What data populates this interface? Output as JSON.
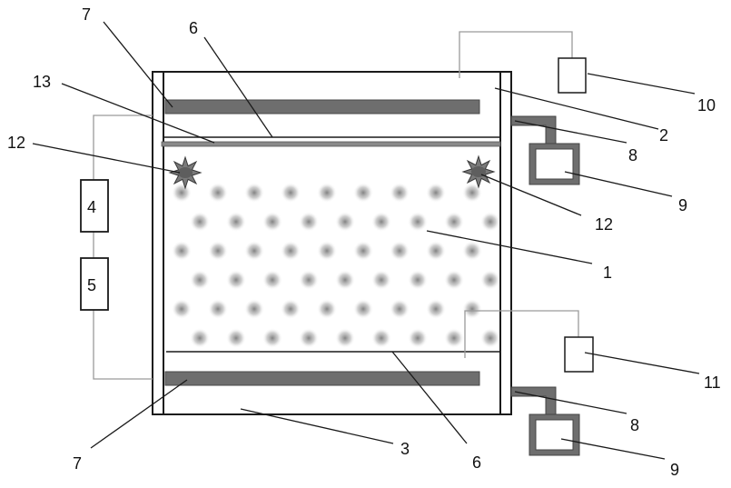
{
  "diagram": {
    "colors": {
      "line": "#1a1a1a",
      "thin_wire": "#9a9a9a",
      "plate_fill": "#6e6e6e",
      "plate_stroke": "#4a4a4a",
      "dot": "#8a8a8a",
      "background": "#ffffff"
    },
    "icons": {
      "star": "eight-point-star-icon",
      "box": "box-icon"
    },
    "labels": {
      "l1": "1",
      "l2": "2",
      "l3": "3",
      "l4": "4",
      "l5": "5",
      "l6_top": "6",
      "l6_bottom": "6",
      "l7_top": "7",
      "l7_bottom": "7",
      "l8_top": "8",
      "l8_bottom": "8",
      "l9_top": "9",
      "l9_bottom": "9",
      "l10": "10",
      "l11": "11",
      "l12_left": "12",
      "l12_right": "12",
      "l13": "13"
    }
  }
}
